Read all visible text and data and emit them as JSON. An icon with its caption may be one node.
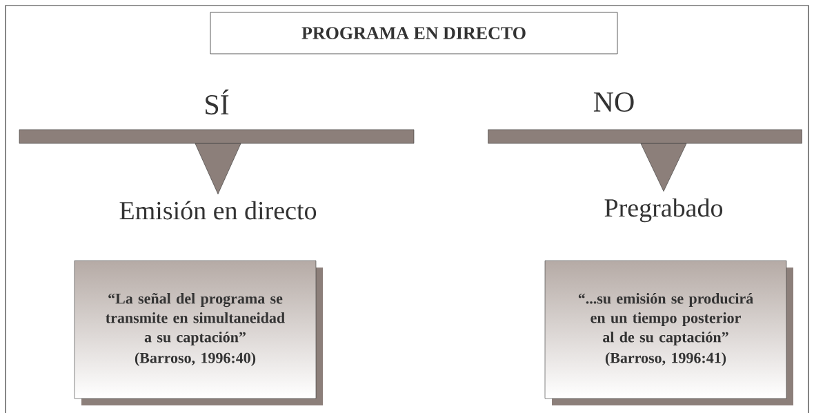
{
  "diagram": {
    "nodes": [
      {
        "text": [
          "PROGRAMA EN DIRECTO"
        ]
      },
      {
        "text": [
          "SÍ"
        ]
      },
      {
        "text": [
          "NO"
        ]
      },
      {
        "text": [
          "Emisión en directo",
          "“La señal del programa se transmite en simultaneidad a su captación”",
          "(Barroso, 1996:40)"
        ]
      },
      {
        "text": [
          "Pregrabado",
          "“...su emisión se producirá en un tiempo posterior al de su captación”",
          "(Barroso, 1996:41)"
        ]
      }
    ],
    "edges": [
      {
        "from": 1,
        "to": 3,
        "arrow": "to"
      },
      {
        "from": 2,
        "to": 4,
        "arrow": "to"
      }
    ]
  }
}
